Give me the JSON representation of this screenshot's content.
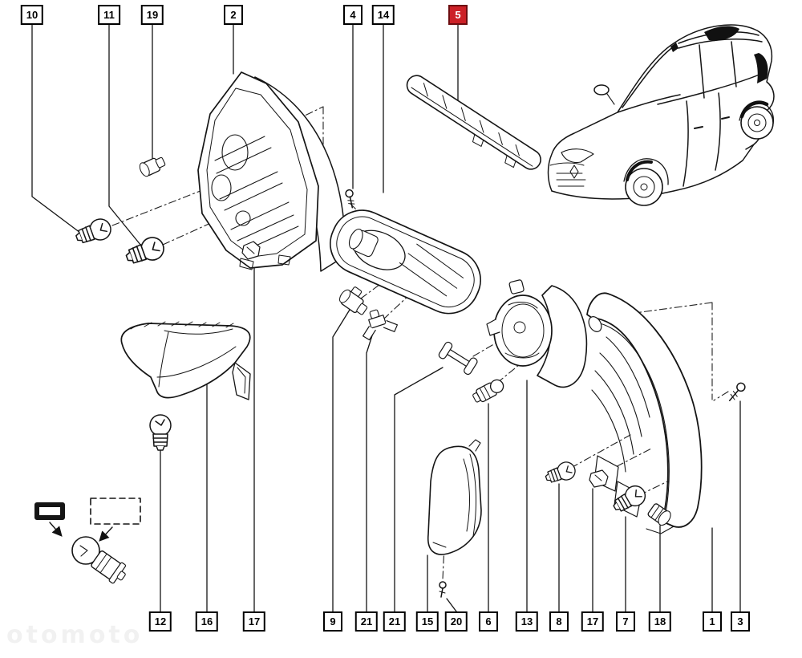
{
  "diagram": {
    "type": "exploded-parts-diagram",
    "subject": "rear lamp assemblies with vehicle reference drawing",
    "highlight_color": "#cc2127",
    "line_color": "#151515",
    "top_labels": [
      {
        "id": "10",
        "highlighted": false
      },
      {
        "id": "11",
        "highlighted": false
      },
      {
        "id": "19",
        "highlighted": false
      },
      {
        "id": "2",
        "highlighted": false
      },
      {
        "id": "4",
        "highlighted": false
      },
      {
        "id": "14",
        "highlighted": false
      },
      {
        "id": "5",
        "highlighted": true
      }
    ],
    "bottom_labels": [
      "12",
      "16",
      "17",
      "9",
      "21",
      "21",
      "15",
      "20",
      "6",
      "13",
      "8",
      "17",
      "7",
      "18",
      "1",
      "3"
    ],
    "watermark": "otomoto"
  }
}
